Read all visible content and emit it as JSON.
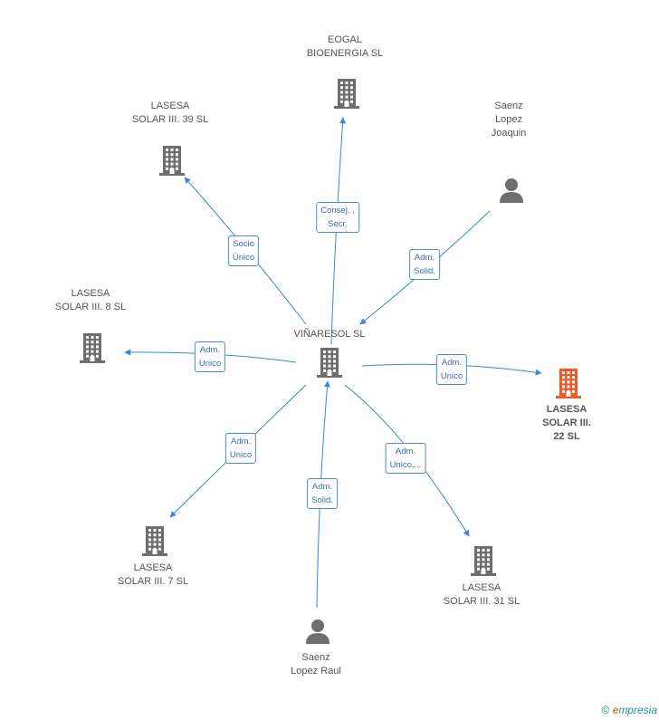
{
  "colors": {
    "edge": "#3f85d6",
    "building": "#6e6e6e",
    "building_highlight": "#ef5a2a",
    "person": "#6e6e6e"
  },
  "nodes": [
    {
      "id": "center",
      "type": "building",
      "label": [
        "VIÑARESOL SL"
      ]
    },
    {
      "id": "eogal",
      "type": "building",
      "label": [
        "EOGAL",
        "BIOENERGIA SL"
      ]
    },
    {
      "id": "l39",
      "type": "building",
      "label": [
        "LASESA",
        "SOLAR III.  39 SL"
      ]
    },
    {
      "id": "joaquin",
      "type": "person",
      "label": [
        "Saenz",
        "Lopez",
        "Joaquin"
      ]
    },
    {
      "id": "l8",
      "type": "building",
      "label": [
        "LASESA",
        "SOLAR III.  8 SL"
      ]
    },
    {
      "id": "l22",
      "type": "building",
      "highlight": true,
      "label": [
        "LASESA",
        "SOLAR III.",
        "22 SL"
      ]
    },
    {
      "id": "l7",
      "type": "building",
      "label": [
        "LASESA",
        "SOLAR III.  7 SL"
      ]
    },
    {
      "id": "l31",
      "type": "building",
      "label": [
        "LASESA",
        "SOLAR III.  31 SL"
      ]
    },
    {
      "id": "raul",
      "type": "person",
      "label": [
        "Saenz",
        "Lopez Raul"
      ]
    }
  ],
  "edges": [
    {
      "from": "center",
      "to": "eogal",
      "label": [
        "Consej. ,",
        "Secr."
      ]
    },
    {
      "from": "center",
      "to": "l39",
      "label": [
        "Socio",
        "Único"
      ]
    },
    {
      "from": "joaquin",
      "to": "center",
      "label": [
        "Adm.",
        "Solid."
      ]
    },
    {
      "from": "center",
      "to": "l8",
      "label": [
        "Adm.",
        "Unico"
      ]
    },
    {
      "from": "center",
      "to": "l22",
      "label": [
        "Adm.",
        "Unico"
      ]
    },
    {
      "from": "center",
      "to": "l7",
      "label": [
        "Adm.",
        "Unico"
      ]
    },
    {
      "from": "center",
      "to": "l31",
      "label": [
        "Adm.",
        "Unico,..."
      ]
    },
    {
      "from": "raul",
      "to": "center",
      "label": [
        "Adm.",
        "Solid."
      ]
    }
  ],
  "footer": {
    "copyright": "©",
    "brand_e": "e",
    "brand_rest": "mpresia"
  }
}
